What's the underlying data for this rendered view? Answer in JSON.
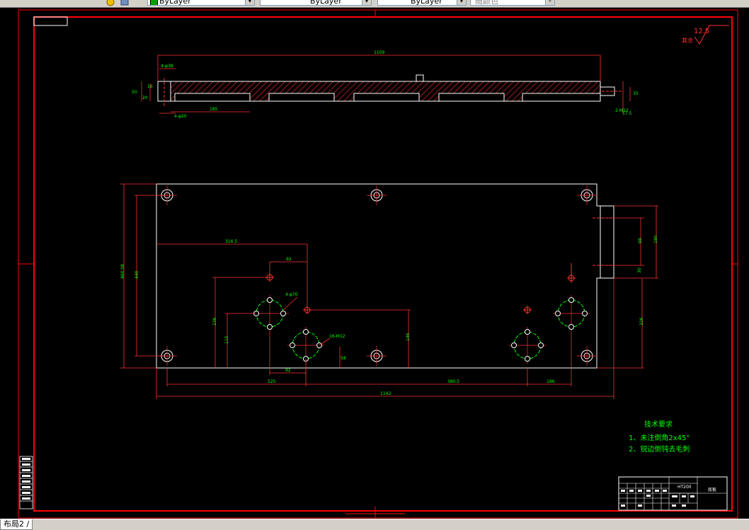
{
  "toolbar": {
    "combo_color": "ByLayer",
    "combo_linetype": "ByLayer",
    "combo_lineweight": "ByLayer",
    "combo_plotstyle": "随颜色"
  },
  "drawing": {
    "roughness_value": "12.5",
    "roughness_label": "其余",
    "side_view": {
      "overall_length": "1109",
      "dim_left_hole": "4-φ38",
      "dim_left_hole_2": "4-φ20",
      "dim_50": "50",
      "dim_20": "20",
      "dim_16": "16",
      "dim_185": "185",
      "dim_right_thread": "2-M12",
      "dim_35": "35",
      "dim_17_5": "17.5"
    },
    "plan_view": {
      "dim_316_5": "316.5",
      "dim_92_top": "92",
      "dim_4_phi70": "4-φ70",
      "dim_6_m12": "16-M12",
      "dim_460": "460.08",
      "dim_440": "440",
      "dim_236": "236",
      "dim_115": "115",
      "dim_146": "146",
      "dim_58": "58",
      "dim_92_bot": "92",
      "dim_525": "525",
      "dim_380_5": "380.5",
      "dim_186": "186",
      "dim_1142": "1142",
      "dim_98": "98",
      "dim_180": "180",
      "dim_30": "30",
      "dim_226": "226"
    },
    "tech_requirements": {
      "title": "技术要求",
      "line1": "1、未注倒角2x45°",
      "line2": "2、锐边倒钝去毛刺"
    },
    "title_block": {
      "material": "HT200",
      "part_name": "底板"
    }
  },
  "status": {
    "layout_tab": "布局2"
  },
  "colors": {
    "frame": "#ff0000",
    "outline": "#ffffff",
    "dimension": "#00ff00",
    "hatch": "#ff0000"
  }
}
